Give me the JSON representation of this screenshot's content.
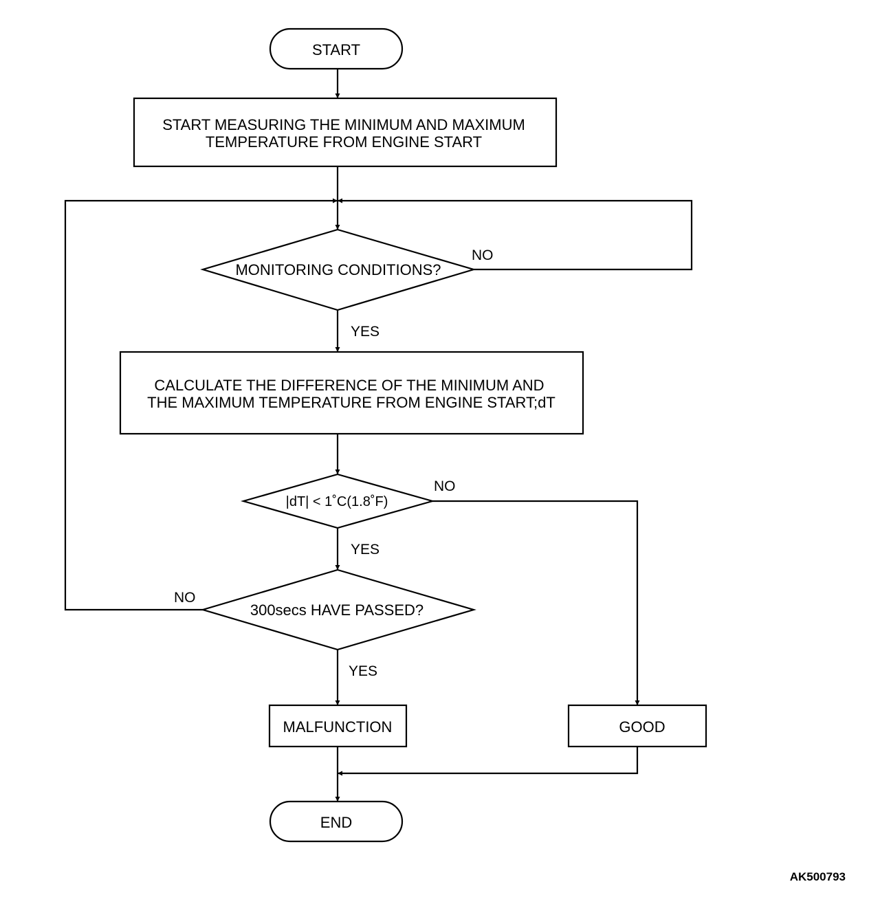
{
  "diagram": {
    "nodes": {
      "start": "START",
      "measure": [
        "START MEASURING THE MINIMUM AND MAXIMUM",
        "TEMPERATURE FROM ENGINE START"
      ],
      "monitoring": "MONITORING CONDITIONS?",
      "calculate": [
        "CALCULATE THE DIFFERENCE OF THE MINIMUM AND",
        "THE MAXIMUM TEMPERATURE FROM ENGINE START;dT"
      ],
      "dt_check": "|dT| < 1˚C(1.8˚F)",
      "time_check": "300secs HAVE PASSED?",
      "malfunction": "MALFUNCTION",
      "good": "GOOD",
      "end": "END"
    },
    "edge_labels": {
      "monitoring_no": "NO",
      "monitoring_yes": "YES",
      "dt_no": "NO",
      "dt_yes": "YES",
      "time_no": "NO",
      "time_yes": "YES"
    },
    "figure_code": "AK500793"
  }
}
